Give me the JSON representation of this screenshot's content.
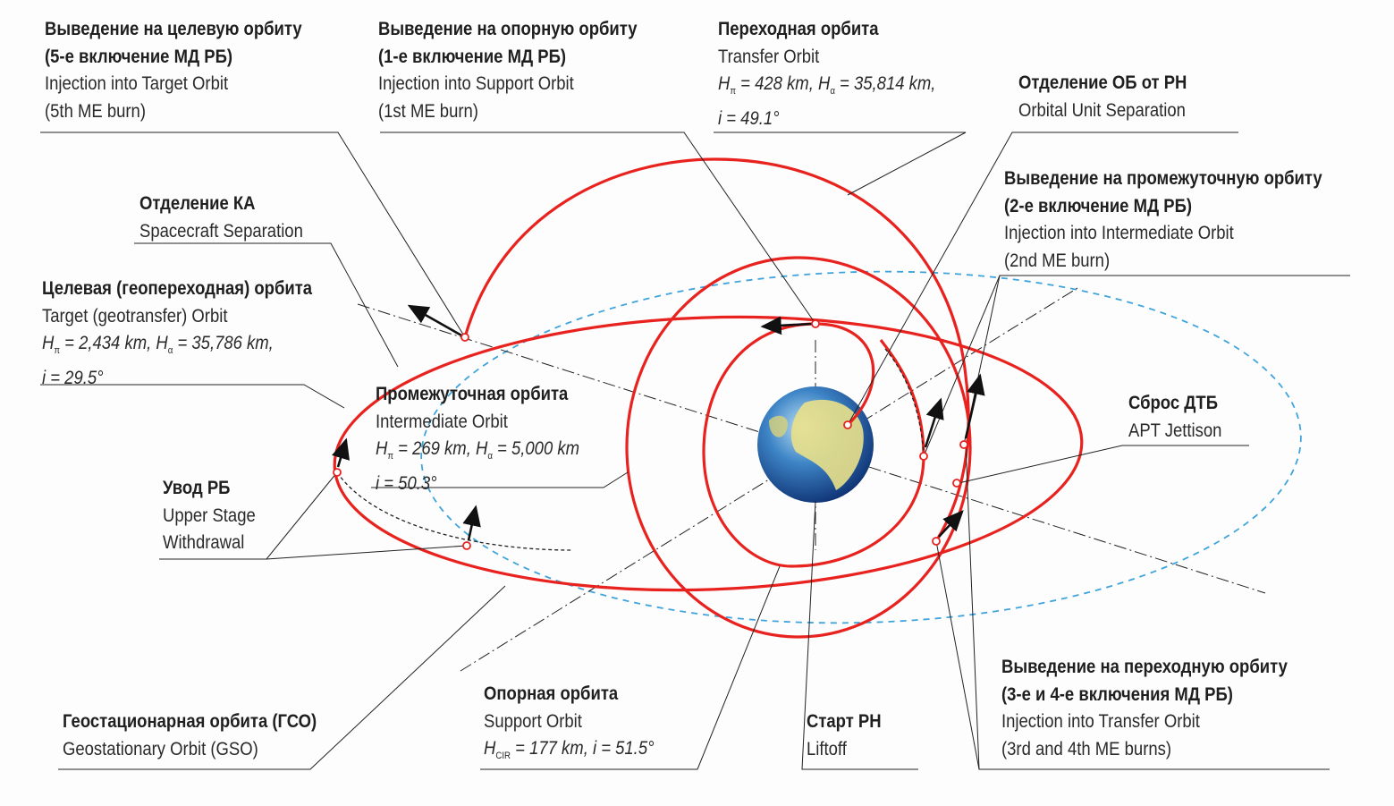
{
  "colors": {
    "orbit_red": "#e8231f",
    "gso_blue": "#3fa4dc",
    "leader": "#222222"
  },
  "labels": {
    "target_injection": {
      "ru1": "Выведение на целевую орбиту",
      "ru2": "(5-е включение МД РБ)",
      "en1": "Injection into Target Orbit",
      "en2": "(5th ME burn)"
    },
    "support_injection": {
      "ru1": "Выведение на опорную орбиту",
      "ru2": "(1-е включение МД РБ)",
      "en1": "Injection into Support Orbit",
      "en2": "(1st ME burn)"
    },
    "transfer_orbit": {
      "ru": "Переходная орбита",
      "en": "Transfer Orbit",
      "h1": "H",
      "h1_sub": "π",
      "h1_val": " = 428 km, ",
      "h2": "H",
      "h2_sub": "α",
      "h2_val": " = 35,814 km,",
      "incl": "i = 49.1°"
    },
    "orbital_unit_separation": {
      "ru": "Отделение ОБ от РН",
      "en": "Orbital Unit Separation"
    },
    "intermediate_injection": {
      "ru1": "Выведение на промежуточную орбиту",
      "ru2": "(2-е включение МД РБ)",
      "en1": "Injection into Intermediate Orbit",
      "en2": "(2nd ME burn)"
    },
    "spacecraft_separation": {
      "ru": "Отделение КА",
      "en": "Spacecraft Separation"
    },
    "target_orbit": {
      "ru": "Целевая (геопереходная) орбита",
      "en": "Target (geotransfer) Orbit",
      "h1": "H",
      "h1_sub": "π",
      "h1_val": " = 2,434 km, ",
      "h2": "H",
      "h2_sub": "α",
      "h2_val": " = 35,786 km,",
      "incl": "i = 29.5°"
    },
    "intermediate_orbit": {
      "ru": "Промежуточная орбита",
      "en": "Intermediate Orbit",
      "h1": "H",
      "h1_sub": "π",
      "h1_val": " = 269 km, ",
      "h2": "H",
      "h2_sub": "α",
      "h2_val": " = 5,000 km",
      "incl": "i = 50.3°"
    },
    "apt_jettison": {
      "ru": "Сброс ДТБ",
      "en": "APT Jettison"
    },
    "upper_stage_withdrawal": {
      "ru": "Увод РБ",
      "en1": "Upper Stage",
      "en2": "Withdrawal"
    },
    "gso": {
      "ru": "Геостационарная орбита (ГСО)",
      "en": "Geostationary Orbit (GSO)"
    },
    "support_orbit": {
      "ru": "Опорная орбита",
      "en": "Support Orbit",
      "h1": "H",
      "h1_sub": "CIR",
      "h1_val": " = 177 km, i = 51.5°"
    },
    "liftoff": {
      "ru": "Старт РН",
      "en": "Liftoff"
    },
    "transfer_injection": {
      "ru1": "Выведение на переходную орбиту",
      "ru2": "(3-е и 4-е включения МД РБ)",
      "en1": "Injection into Transfer Orbit",
      "en2": "(3rd and 4th ME burns)"
    }
  }
}
